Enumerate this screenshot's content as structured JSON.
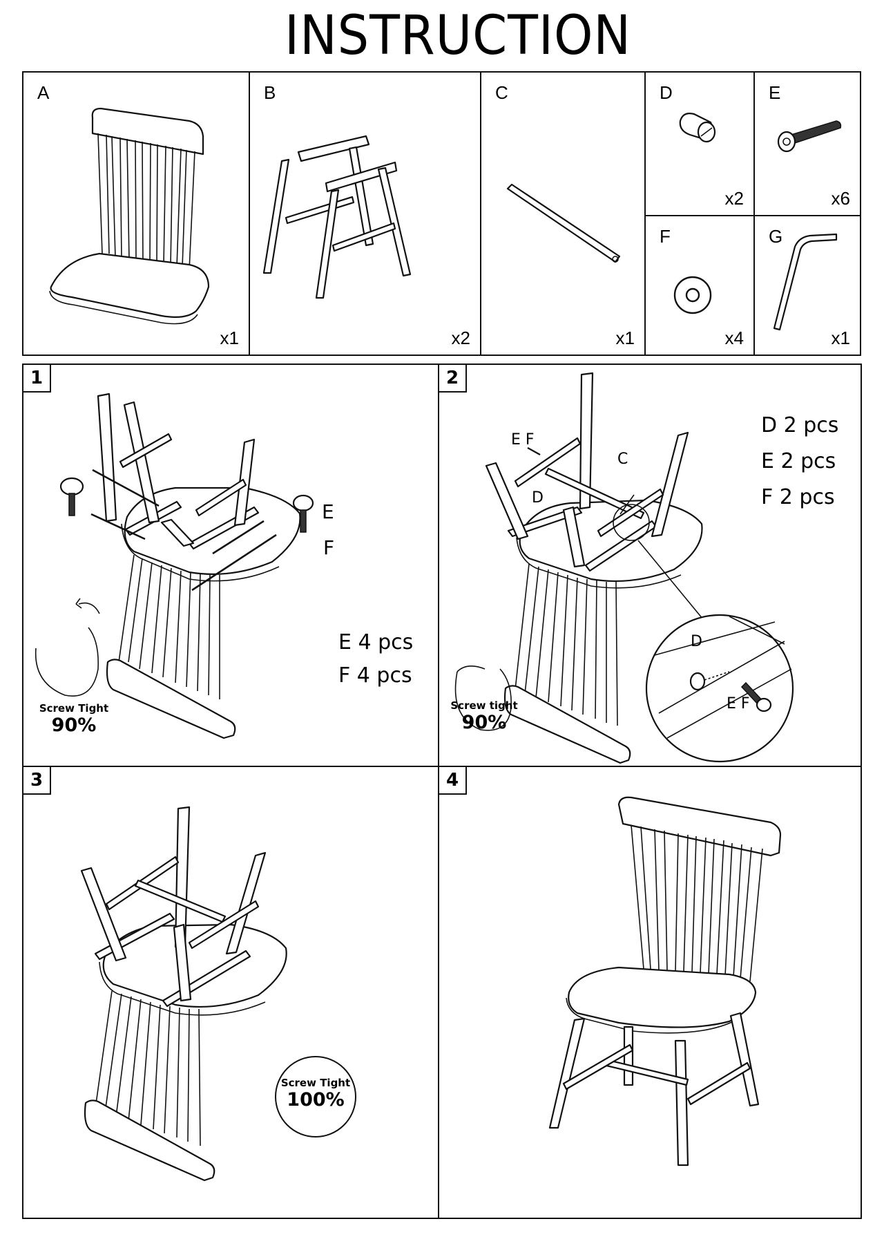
{
  "title": "INSTRUCTION",
  "parts": [
    {
      "letter": "A",
      "qty": "x1",
      "name": "Seat with backrest"
    },
    {
      "letter": "B",
      "qty": "x2",
      "name": "Leg frame"
    },
    {
      "letter": "C",
      "qty": "x1",
      "name": "Stretcher bar"
    },
    {
      "letter": "D",
      "qty": "x2",
      "name": "Barrel nut"
    },
    {
      "letter": "E",
      "qty": "x6",
      "name": "Bolt"
    },
    {
      "letter": "F",
      "qty": "x4",
      "name": "Washer"
    },
    {
      "letter": "G",
      "qty": "x1",
      "name": "Allen key"
    }
  ],
  "steps": [
    {
      "number": "1",
      "labels": {
        "e": "E",
        "f": "F"
      },
      "counts": [
        "E 4 pcs",
        "F 4 pcs"
      ],
      "badge": {
        "text": "Screw Tight",
        "percent": "90%"
      }
    },
    {
      "number": "2",
      "labels": {
        "ef": "E F",
        "c": "C",
        "d": "D",
        "detail_d": "D",
        "detail_ef": "E F"
      },
      "counts": [
        "D 2 pcs",
        "E 2 pcs",
        "F 2 pcs"
      ],
      "badge": {
        "text": "Screw tight",
        "percent": "90%"
      }
    },
    {
      "number": "3",
      "badge": {
        "text": "Screw Tight",
        "percent": "100%"
      }
    },
    {
      "number": "4"
    }
  ]
}
